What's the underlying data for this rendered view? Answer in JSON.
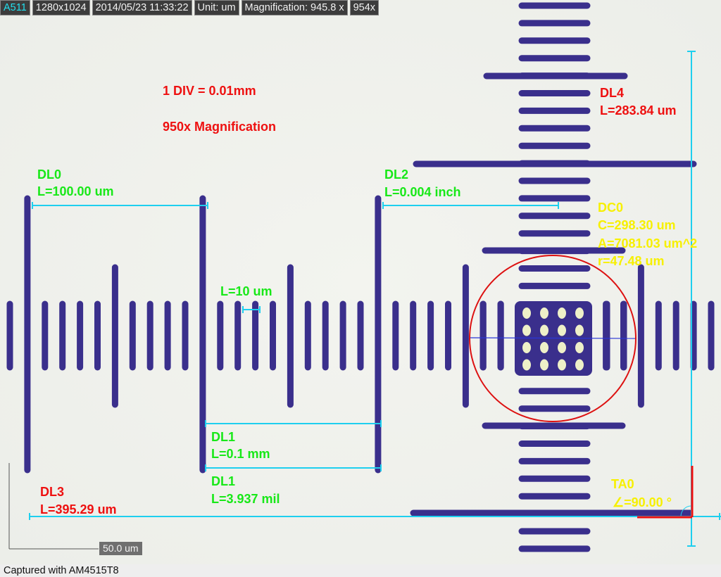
{
  "info_bar": {
    "id": "A511",
    "resolution": "1280x1024",
    "timestamp": "2014/05/23 11:33:22",
    "unit": "Unit: um",
    "magnification": "Magnification:  945.8 x",
    "magnification_alt": "954x"
  },
  "annotations": {
    "note_div": "1 DIV = 0.01mm",
    "note_mag": "950x Magnification",
    "dl0": {
      "name": "DL0",
      "value": "L=100.00 um"
    },
    "dl1_a": {
      "name": "DL1",
      "value": "L=0.1 mm"
    },
    "dl1_b": {
      "name": "DL1",
      "value": "L=3.937 mil"
    },
    "dl2": {
      "name": "DL2",
      "value": "L=0.004 inch"
    },
    "dl3": {
      "name": "DL3",
      "value": "L=395.29 um"
    },
    "dl4": {
      "name": "DL4",
      "value": "L=283.84 um"
    },
    "small": {
      "value": "L=10 um"
    },
    "dc0": {
      "name": "DC0",
      "circumference": "C=298.30 um",
      "area": "A=7081.03 um^2",
      "radius": "r=47.48 um"
    },
    "ta0": {
      "name": "TA0",
      "angle": "∠=90.00 °"
    }
  },
  "scale_bar": {
    "label": "50.0 um"
  },
  "footer": {
    "text": "Captured with AM4515T8"
  },
  "colors": {
    "ink": "#3a2f8c",
    "measure_line": "#1ecfef",
    "green_text": "#18e818",
    "red_text": "#ee1010",
    "yellow_text": "#f7f000",
    "circle": "#dd1111"
  }
}
